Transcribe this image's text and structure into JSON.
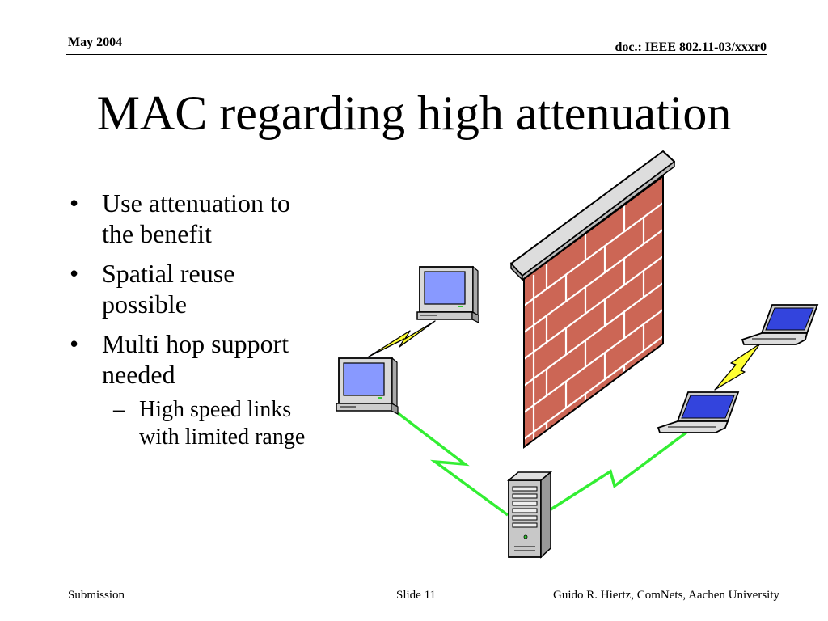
{
  "header": {
    "date": "May 2004",
    "doc": "doc.: IEEE 802.11-03/xxxr0"
  },
  "title": "MAC regarding high attenuation",
  "bullets": [
    {
      "text": "Use attenuation to the benefit"
    },
    {
      "text": "Spatial reuse possible"
    },
    {
      "text": "Multi hop support needed",
      "subs": [
        "High speed links with limited range"
      ]
    }
  ],
  "bullet_glyph": "•",
  "sub_glyph": "–",
  "footer": {
    "left": "Submission",
    "center": "Slide 11",
    "right": "Guido R. Hiertz, ComNets, Aachen University"
  },
  "colors": {
    "wall_brick": "#cc6655",
    "wall_mortar": "#ffffff",
    "wall_cap": "#cccccc",
    "green_link": "#33ee33",
    "yellow_link": "#ffff33",
    "screen": "#8899ff",
    "laptop_screen": "#3344dd"
  },
  "diagram": {
    "items": [
      {
        "name": "desktop-computer-top-icon"
      },
      {
        "name": "desktop-computer-left-icon"
      },
      {
        "name": "laptop-top-right-icon"
      },
      {
        "name": "laptop-bottom-right-icon"
      },
      {
        "name": "server-tower-icon"
      },
      {
        "name": "brick-wall-icon"
      }
    ]
  }
}
